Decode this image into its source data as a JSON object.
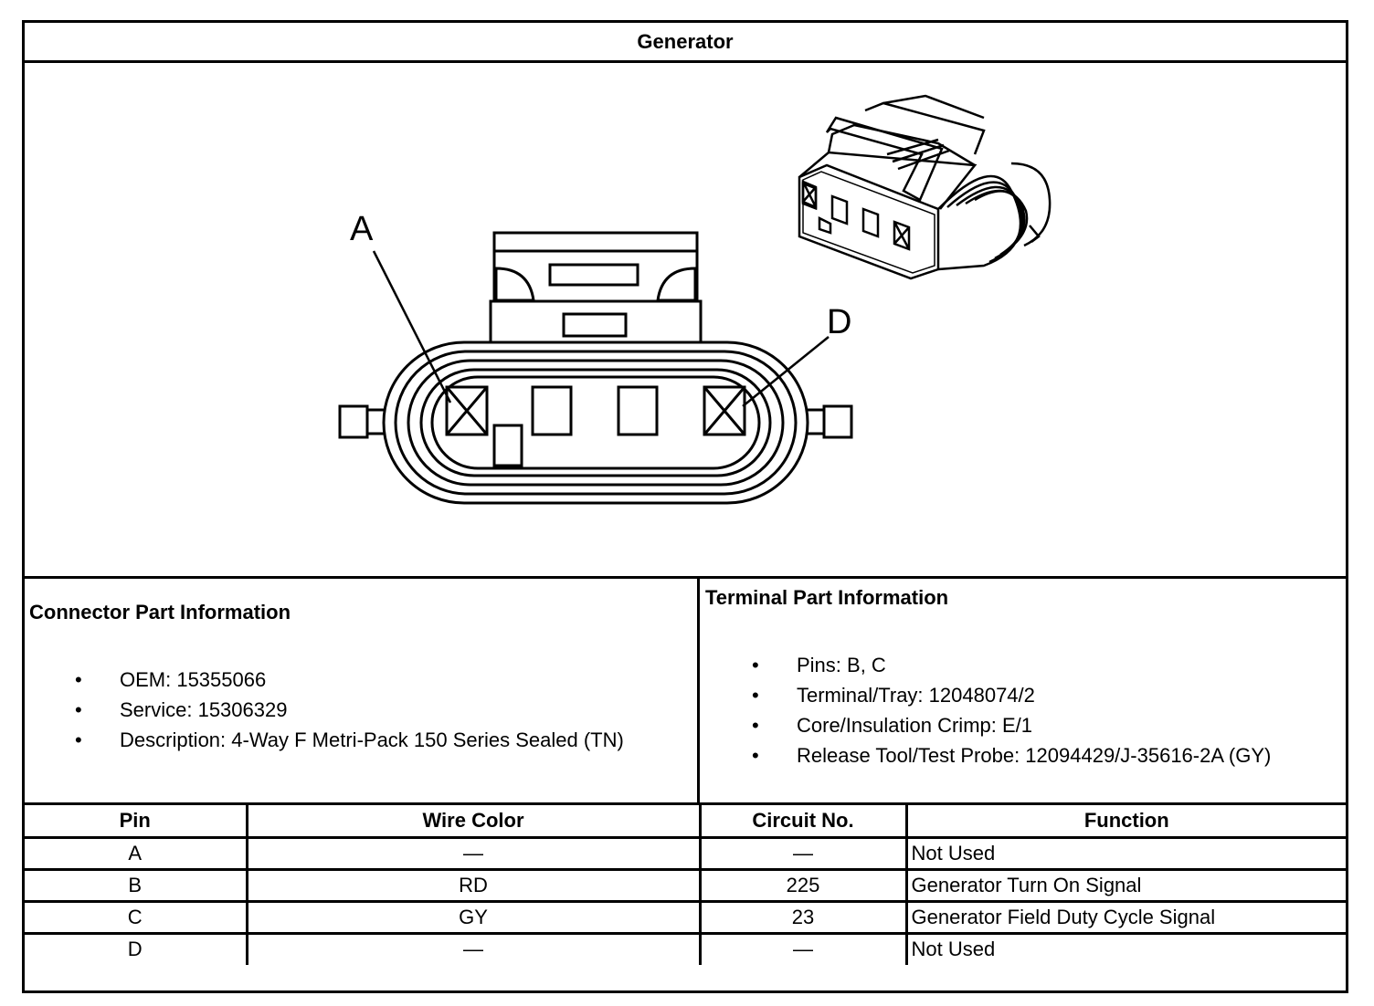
{
  "title": "Generator",
  "diagram": {
    "callouts": [
      {
        "label": "A"
      },
      {
        "label": "D"
      }
    ],
    "icons": [
      "connector-face-view",
      "connector-3d-view"
    ]
  },
  "connector_info": {
    "heading": "Connector Part Information",
    "items": [
      "OEM: 15355066",
      "Service: 15306329",
      "Description: 4-Way F Metri-Pack 150 Series Sealed (TN)"
    ]
  },
  "terminal_info": {
    "heading": "Terminal Part Information",
    "items": [
      "Pins: B, C",
      "Terminal/Tray: 12048074/2",
      "Core/Insulation Crimp: E/1",
      "Release Tool/Test Probe: 12094429/J-35616-2A (GY)"
    ]
  },
  "bullet": "•",
  "pin_table": {
    "headers": [
      "Pin",
      "Wire Color",
      "Circuit No.",
      "Function"
    ],
    "rows": [
      [
        "A",
        "—",
        "—",
        "Not Used"
      ],
      [
        "B",
        "RD",
        "225",
        "Generator Turn On Signal"
      ],
      [
        "C",
        "GY",
        "23",
        "Generator Field Duty Cycle Signal"
      ],
      [
        "D",
        "—",
        "—",
        "Not Used"
      ]
    ]
  }
}
